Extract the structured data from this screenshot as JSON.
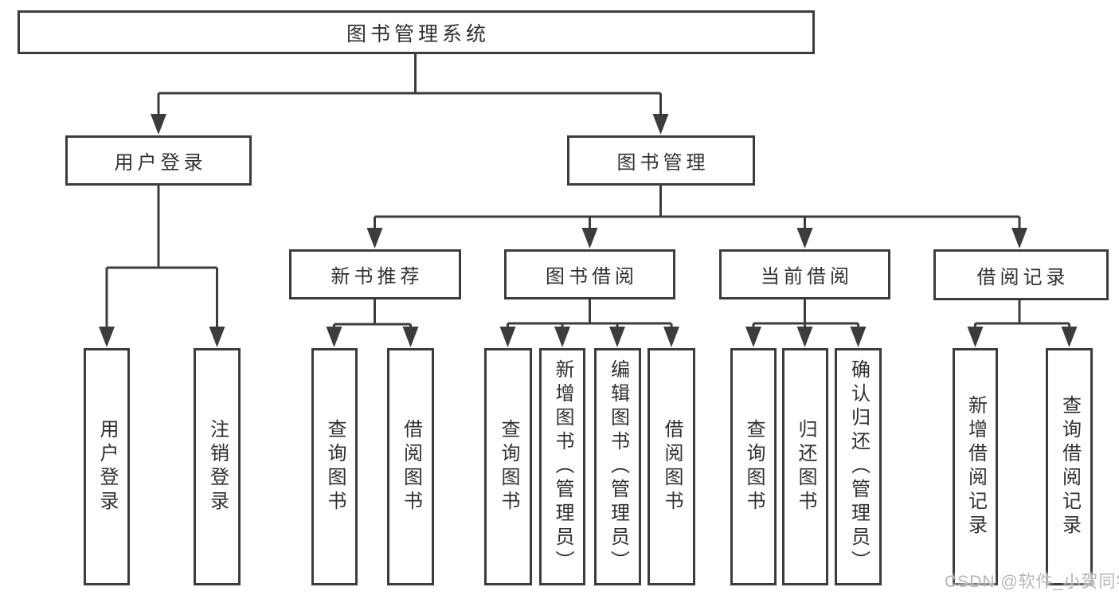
{
  "diagram": {
    "type": "hierarchy-tree",
    "colors": {
      "line": "#3c3c3c",
      "box_border": "#3c3c3c",
      "text": "#303030",
      "background": "#ffffff",
      "watermark": "#b5b5b5"
    },
    "watermark": "CSDN @软件_小贺同学",
    "nodes": {
      "root": {
        "label": "图书管理系统",
        "children": [
          "user_login",
          "book_mgmt"
        ]
      },
      "user_login": {
        "label": "用户登录",
        "children": [
          "leaf_user_login",
          "leaf_logout"
        ]
      },
      "book_mgmt": {
        "label": "图书管理",
        "children": [
          "new_books",
          "book_borrow",
          "current_borrow",
          "borrow_records"
        ]
      },
      "new_books": {
        "label": "新书推荐",
        "children": [
          "leaf_nb_query",
          "leaf_nb_borrow"
        ]
      },
      "book_borrow": {
        "label": "图书借阅",
        "children": [
          "leaf_bb_query",
          "leaf_bb_add",
          "leaf_bb_edit",
          "leaf_bb_borrow"
        ]
      },
      "current_borrow": {
        "label": "当前借阅",
        "children": [
          "leaf_cb_query",
          "leaf_cb_return",
          "leaf_cb_confirm"
        ]
      },
      "borrow_records": {
        "label": "借阅记录",
        "children": [
          "leaf_br_add",
          "leaf_br_query"
        ]
      },
      "leaf_user_login": {
        "label": "用户登录"
      },
      "leaf_logout": {
        "label": "注销登录"
      },
      "leaf_nb_query": {
        "label": "查询图书"
      },
      "leaf_nb_borrow": {
        "label": "借阅图书"
      },
      "leaf_bb_query": {
        "label": "查询图书"
      },
      "leaf_bb_add": {
        "label": "新增图书（管理员）"
      },
      "leaf_bb_edit": {
        "label": "编辑图书（管理员）"
      },
      "leaf_bb_borrow": {
        "label": "借阅图书"
      },
      "leaf_cb_query": {
        "label": "查询图书"
      },
      "leaf_cb_return": {
        "label": "归还图书"
      },
      "leaf_cb_confirm": {
        "label": "确认归还（管理员）"
      },
      "leaf_br_add": {
        "label": "新增借阅记录"
      },
      "leaf_br_query": {
        "label": "查询借阅记录"
      }
    }
  }
}
